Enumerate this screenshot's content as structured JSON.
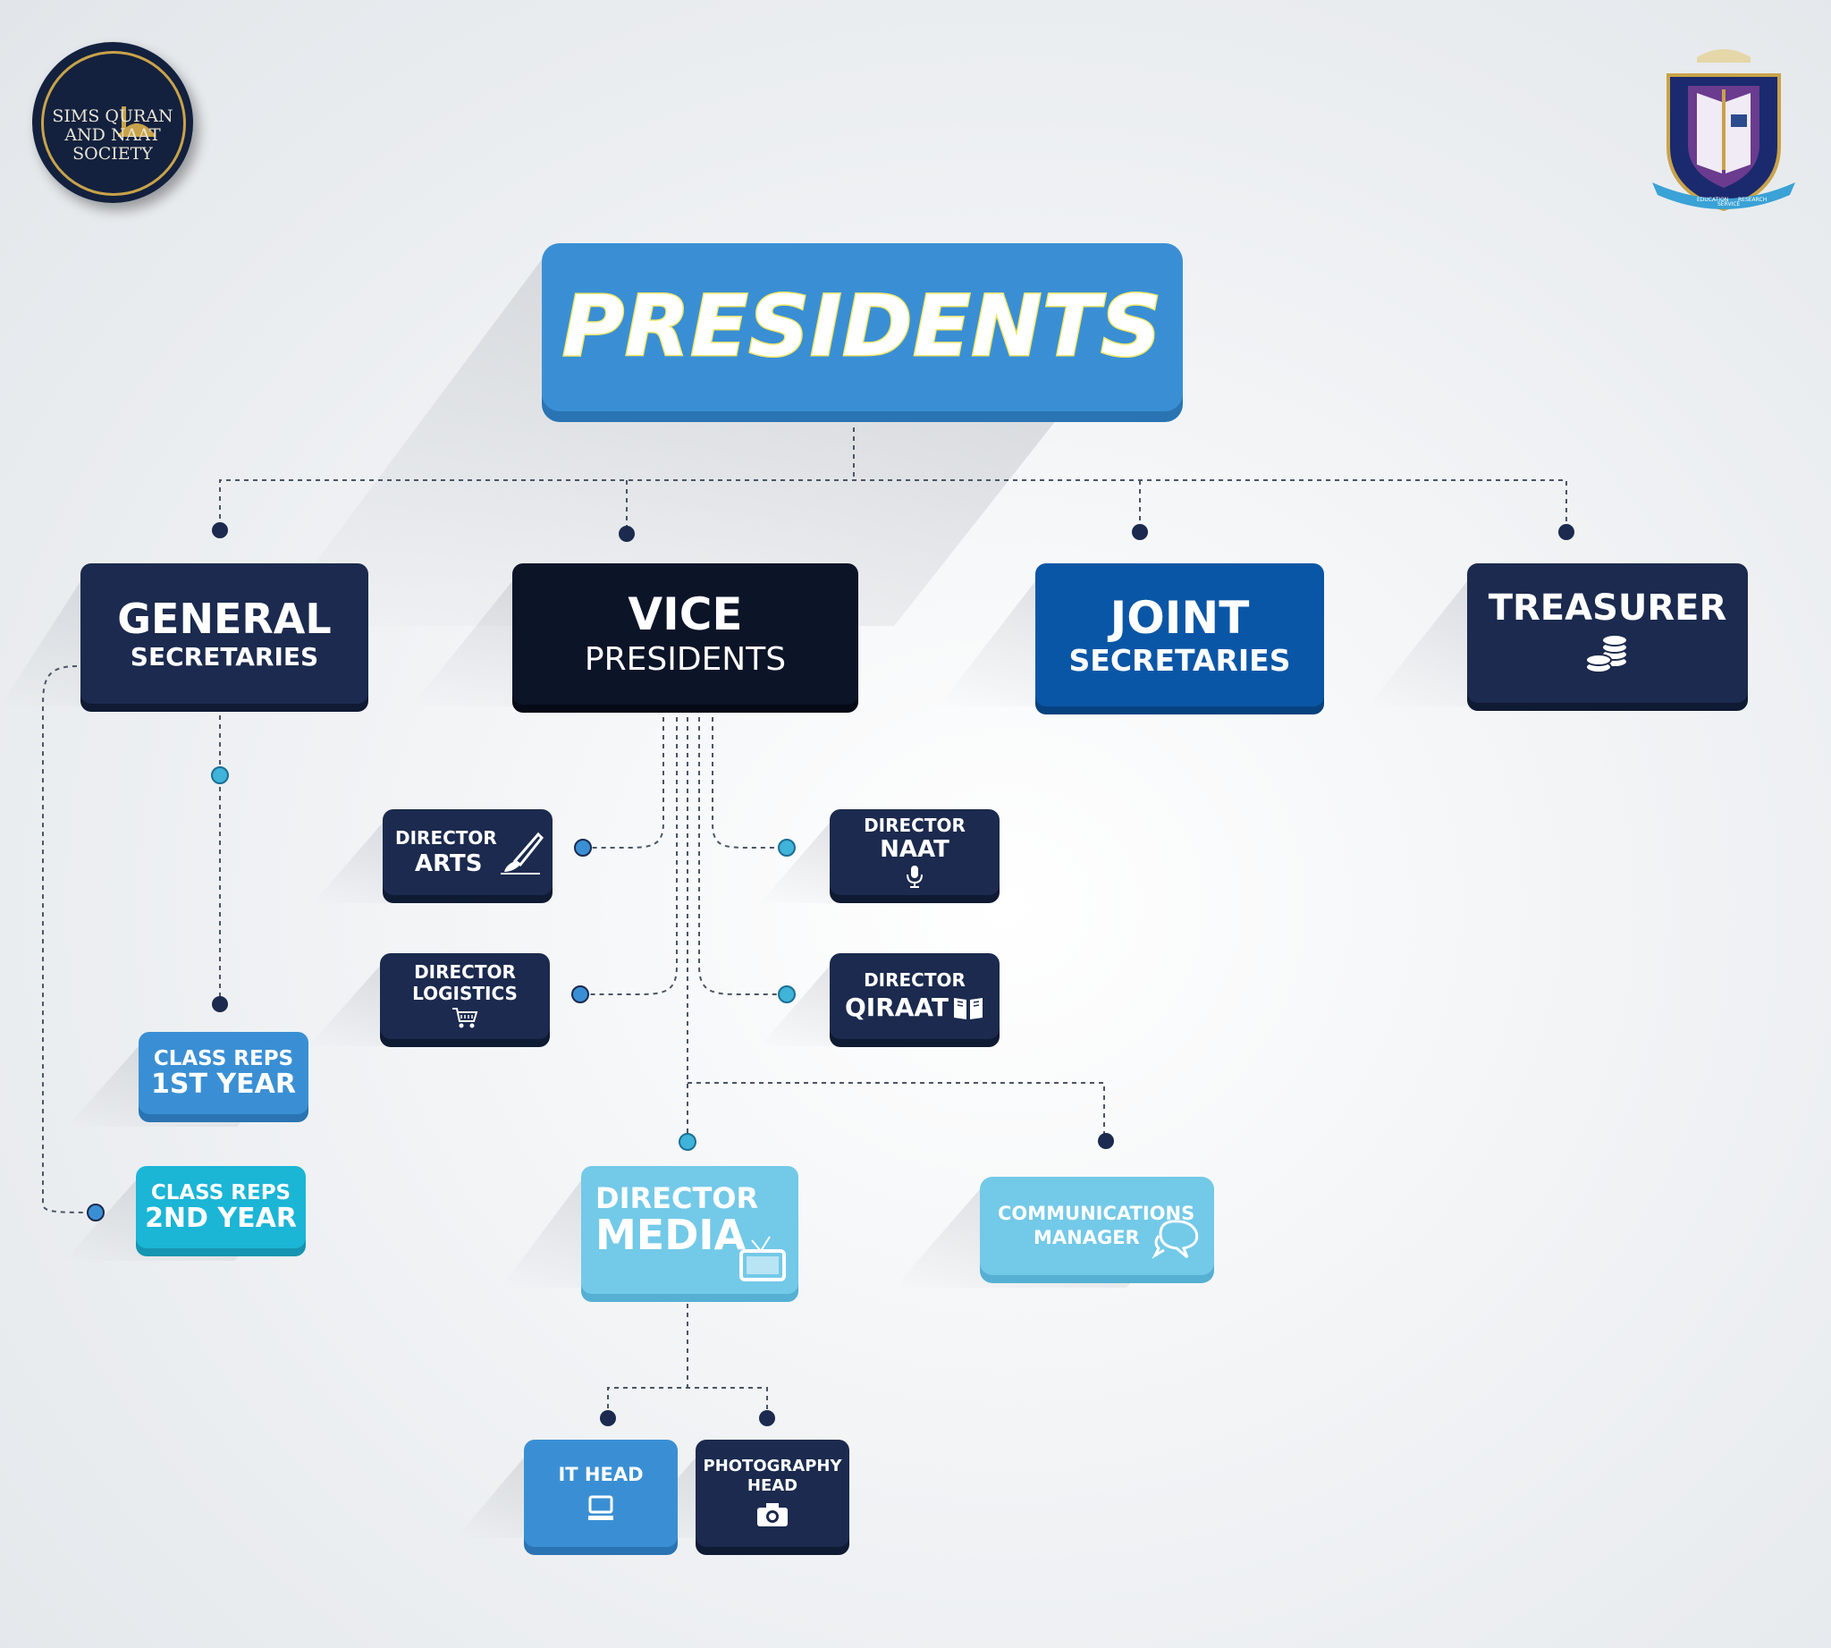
{
  "logos": {
    "society_text": [
      "SIMS QURAN",
      "AND NAAT",
      "SOCIETY"
    ],
    "crest_ribbon": [
      "EDUCATION",
      "SERVICE",
      "RESEARCH"
    ]
  },
  "nodes": {
    "presidents": {
      "title": "PRESIDENTS"
    },
    "general_secretaries": {
      "line1": "GENERAL",
      "line2": "SECRETARIES"
    },
    "vice_presidents": {
      "line1": "VICE",
      "line2": "PRESIDENTS"
    },
    "joint_secretaries": {
      "line1": "JOINT",
      "line2": "SECRETARIES"
    },
    "treasurer": {
      "line1": "TREASURER"
    },
    "director_arts": {
      "line1": "DIRECTOR",
      "line2": "ARTS"
    },
    "director_naat": {
      "line1": "DIRECTOR",
      "line2": "NAAT"
    },
    "director_logistics": {
      "line1": "DIRECTOR",
      "line2": "LOGISTICS"
    },
    "director_qiraat": {
      "line1": "DIRECTOR",
      "line2": "QIRAAT"
    },
    "class_reps_1": {
      "line1": "CLASS REPS",
      "line2": "1ST YEAR"
    },
    "class_reps_2": {
      "line1": "CLASS REPS",
      "line2": "2ND YEAR"
    },
    "director_media": {
      "line1": "DIRECTOR",
      "line2": "MEDIA"
    },
    "communications_manager": {
      "line1": "COMMUNICATIONS",
      "line2": "MANAGER"
    },
    "it_head": {
      "line1": "IT HEAD"
    },
    "photography_head": {
      "line1": "PHOTOGRAPHY",
      "line2": "HEAD"
    }
  },
  "icons": {
    "treasurer": "coins-icon",
    "director_arts": "brush-icon",
    "director_naat": "microphone-icon",
    "director_logistics": "cart-icon",
    "director_qiraat": "book-icon",
    "director_media": "tv-icon",
    "communications_manager": "chat-icon",
    "it_head": "computer-icon",
    "photography_head": "camera-icon"
  },
  "colors": {
    "navy": "#1b2a4e",
    "black": "#0c1428",
    "royal_blue": "#0a56a6",
    "blue": "#3a8fd4",
    "teal": "#1bb5d6",
    "sky": "#73c9e8",
    "title_outline": "#f3e76a",
    "gold": "#c9a34a",
    "dot_dark": "#1b2a4e",
    "dot_light": "#3fb3d8"
  }
}
